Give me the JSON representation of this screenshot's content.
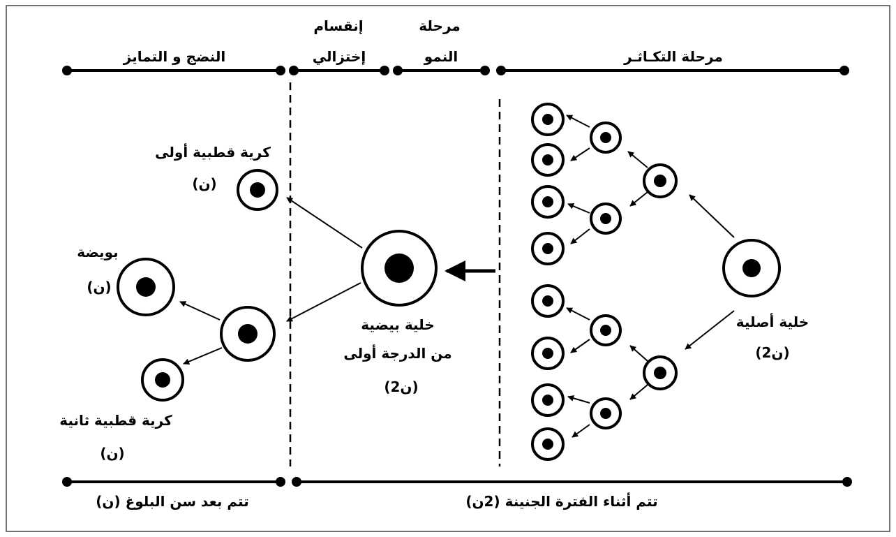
{
  "stages_top": {
    "proliferation": "مرحلة التكـاثـر",
    "growth_line1": "مرحلة",
    "growth_line2": "النمو",
    "meiosis_line1": "إنقسام",
    "meiosis_line2": "إختزالي",
    "maturation": "النضج و التمايز"
  },
  "bottom": {
    "embryonic": "تتم أثناء الفترة الجنينة (2ن)",
    "puberty": "تتم بعد سن البلوغ (ن)"
  },
  "labels": {
    "origin_line1": "خلية أصلية",
    "origin_line2": "(2ن)",
    "primary_line1": "خلية بيضية",
    "primary_line2": "من الدرجة أولى",
    "primary_line3": "(2ن)",
    "first_polar_line1": "كرية قطبية أولى",
    "first_polar_line2": "(ن)",
    "ovum_line1": "بويضة",
    "ovum_line2": "(ن)",
    "second_polar_line1": "كرية قطبية ثانية",
    "second_polar_line2": "(ن)"
  },
  "colors": {
    "ink": "#000000",
    "paper": "#ffffff",
    "frame": "#444444"
  }
}
